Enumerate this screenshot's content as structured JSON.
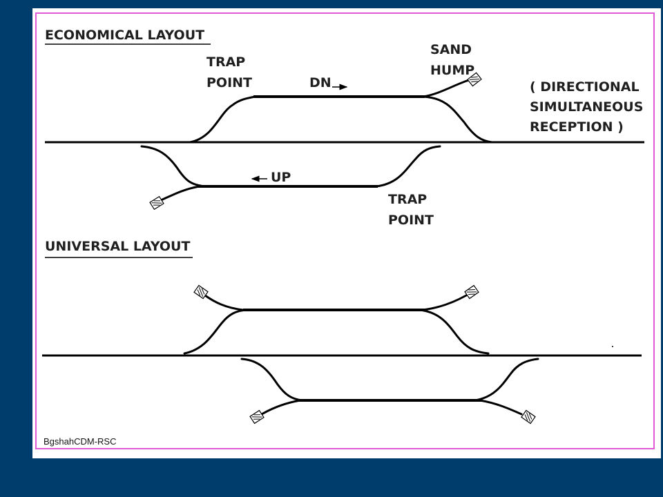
{
  "economical": {
    "heading": "ECONOMICAL  LAYOUT",
    "trap_point_top": [
      "TRAP",
      "POINT"
    ],
    "dn_label": "DN",
    "sand_hump": [
      "SAND",
      "HUMP"
    ],
    "note": [
      "( DIRECTIONAL",
      "SIMULTANEOUS",
      "RECEPTION )"
    ],
    "up_label": "UP",
    "trap_point_bottom": [
      "TRAP",
      "POINT"
    ]
  },
  "universal": {
    "heading": "UNIVERSAL LAYOUT"
  },
  "credit": "BgshahCDM-RSC",
  "colors": {
    "background": "#003c6c",
    "frame": "#e05ad8",
    "ink": "#000000"
  },
  "icons": [
    "sand-hump-icon"
  ]
}
